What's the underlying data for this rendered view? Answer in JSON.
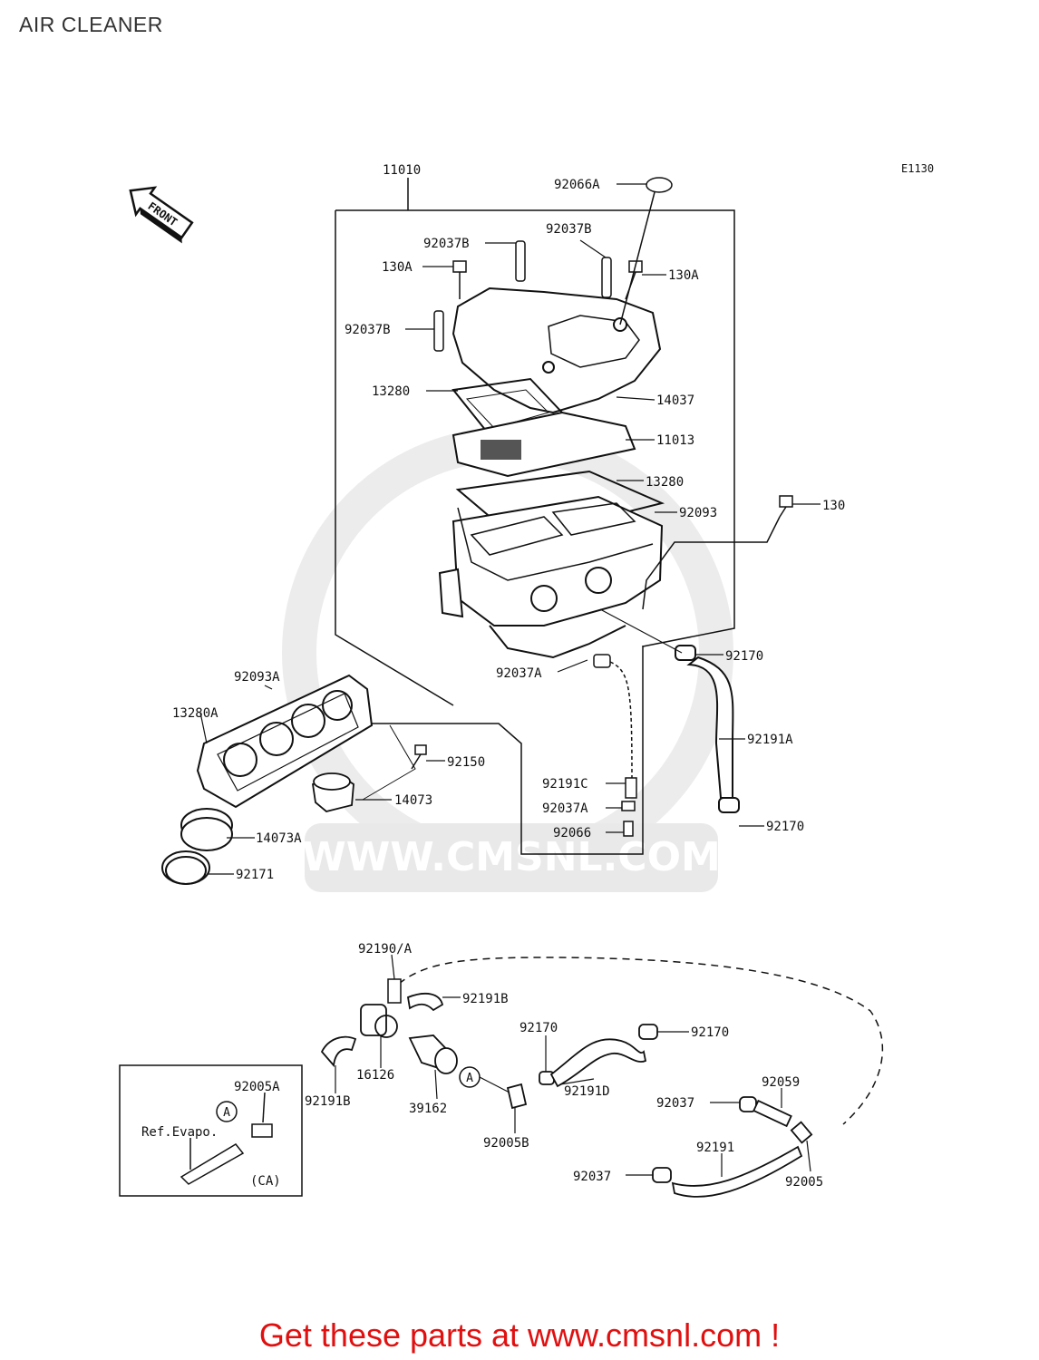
{
  "page": {
    "title": "AIR CLEANER",
    "diagram_code": "E1130",
    "footer": "Get these parts at www.cmsnl.com !",
    "watermark": "WWW.CMSNL.COM",
    "front_arrow": "FRONT"
  },
  "colors": {
    "footer": "#e01010",
    "lines": "#111111",
    "watermark": "#e9e9e9"
  },
  "labels": {
    "l11010": "11010",
    "l92066A_top": "92066A",
    "l92037B_1": "92037B",
    "l92037B_2": "92037B",
    "l130A_left": "130A",
    "l130A_right": "130A",
    "l92037B_3": "92037B",
    "l13280_a": "13280",
    "l14037": "14037",
    "l11013": "11013",
    "l13280_b": "13280",
    "l92093": "92093",
    "l130": "130",
    "l92170_a": "92170",
    "l92037A_a": "92037A",
    "l92093A": "92093A",
    "l13280A": "13280A",
    "l92150": "92150",
    "l92191A": "92191A",
    "l92191C": "92191C",
    "l92037A_b": "92037A",
    "l92066": "92066",
    "l14073": "14073",
    "l92170_b": "92170",
    "l14073A": "14073A",
    "l92171": "92171",
    "l92190A": "92190/A",
    "l92191B_a": "92191B",
    "l92170_c": "92170",
    "l92170_d": "92170",
    "l92005A": "92005A",
    "lRefEvapo": "Ref.Evapo.",
    "l16126": "16126",
    "l92191B_b": "92191B",
    "l39162": "39162",
    "l92191D": "92191D",
    "l92059": "92059",
    "l92037_a": "92037",
    "l92005B": "92005B",
    "l92191": "92191",
    "l92037_b": "92037",
    "l92005": "92005",
    "lCA": "(CA)",
    "circleA1": "A",
    "circleA2": "A"
  }
}
